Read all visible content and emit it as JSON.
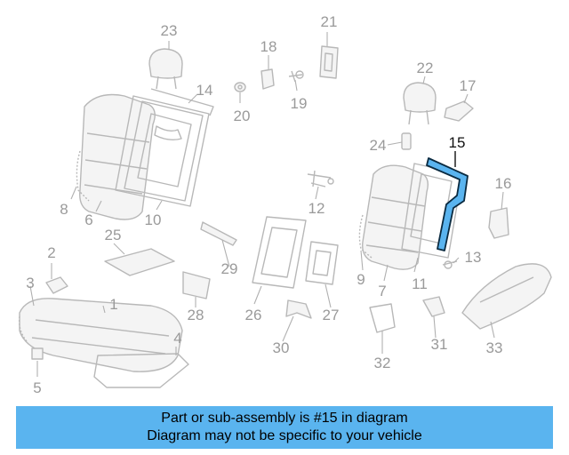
{
  "diagram": {
    "highlighted_part": "15",
    "callouts": [
      "1",
      "2",
      "3",
      "4",
      "5",
      "6",
      "7",
      "8",
      "9",
      "10",
      "11",
      "12",
      "13",
      "14",
      "15",
      "16",
      "17",
      "18",
      "19",
      "20",
      "21",
      "22",
      "23",
      "24",
      "25",
      "26",
      "27",
      "28",
      "29",
      "30",
      "31",
      "32",
      "33"
    ]
  },
  "caption": {
    "line1": "Part or sub-assembly is #15 in diagram",
    "line2": "Diagram may not be specific to your vehicle",
    "background": "#5ab4ef"
  },
  "colors": {
    "highlight_fill": "#5ab4ef",
    "highlight_stroke": "#0a2a40",
    "part_stroke": "#b8b8b8",
    "label": "#9a9a9a"
  }
}
